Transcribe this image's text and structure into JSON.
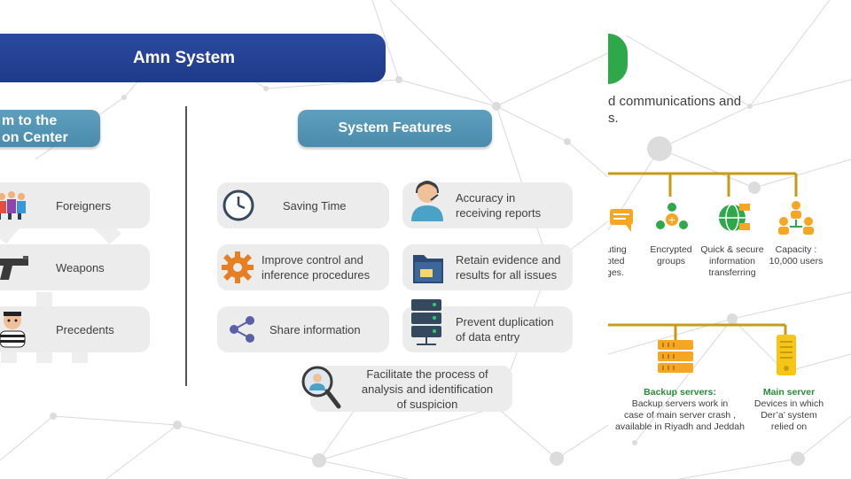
{
  "left_slide": {
    "banner_title": "Amn System",
    "left_header_line1": "m to the",
    "left_header_line2": "on Center",
    "categories": [
      {
        "label": "Foreigners",
        "icon": "people-group-icon"
      },
      {
        "label": "Weapons",
        "icon": "pistol-icon"
      },
      {
        "label": "Precedents",
        "icon": "prisoner-icon"
      }
    ],
    "features_header": "System Features",
    "features": [
      {
        "label": "Saving Time",
        "icon": "clock-icon"
      },
      {
        "label": "Accuracy in receiving reports",
        "line1": "Accuracy in",
        "line2": "receiving reports",
        "icon": "operator-headset-icon"
      },
      {
        "label": "Improve control and inference procedures",
        "line1": "Improve control and",
        "line2": "inference procedures",
        "icon": "gear-icon"
      },
      {
        "label": "Retain evidence and results for all issues",
        "line1": "Retain evidence and",
        "line2": "results for all issues",
        "icon": "folder-icon"
      },
      {
        "label": "Share information",
        "icon": "share-icon"
      },
      {
        "label": "Prevent duplication of data entry",
        "line1": "Prevent duplication",
        "line2": "of data entry",
        "icon": "server-rack-icon"
      },
      {
        "label": "Facilitate the process of analysis and identification of suspicion",
        "line1": "Facilitate the process of",
        "line2": "analysis and identification",
        "line3": "of suspicion",
        "icon": "magnifier-person-icon"
      }
    ]
  },
  "right_slide": {
    "intro_line1": "d communications and",
    "intro_line2": "s.",
    "features_row": [
      {
        "line1": "uting",
        "line2": "pted",
        "line3": "ges.",
        "icon": "chat-bubbles-icon"
      },
      {
        "line1": "Encrypted",
        "line2": "groups",
        "icon": "encrypted-group-icon"
      },
      {
        "line1": "Quick & secure",
        "line2": "information",
        "line3": "transferring",
        "icon": "globe-transfer-icon"
      },
      {
        "line1": "Capacity :",
        "line2": "10,000 users",
        "icon": "users-capacity-icon"
      }
    ],
    "servers": [
      {
        "title": "Backup servers:",
        "line1": "Backup servers work in",
        "line2": "case of main server crash ,",
        "line3": "available in Riyadh and Jeddah",
        "icon": "backup-servers-icon"
      },
      {
        "title": "Main server",
        "line1": "Devices in which",
        "line2": "Der’a’ system",
        "line3": "relied on",
        "icon": "main-server-icon"
      }
    ]
  },
  "colors": {
    "banner_blue": "#1e3a8a",
    "header_teal": "#4a8aab",
    "card_gray": "#ececec",
    "gold_line": "#c99a15",
    "accent_green": "#2ea84a"
  }
}
